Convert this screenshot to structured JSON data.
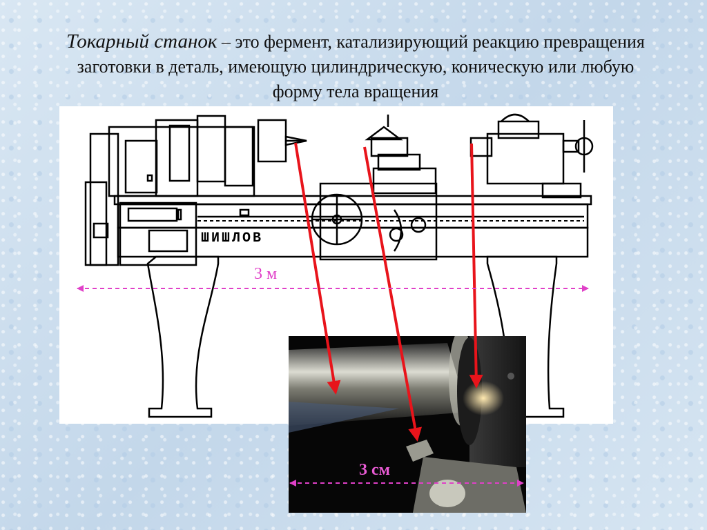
{
  "title": {
    "emphasis": "Токарный станок",
    "rest": " – это фермент, катализирующий реакцию превращения заготовки в деталь, имеющую цилиндрическую, коническую или любую форму тела вращения"
  },
  "drawing": {
    "brand_text": "ШИШЛОВ"
  },
  "dimensions": {
    "machine_length": "3 м",
    "part_length": "3 см"
  },
  "colors": {
    "arrow": "#e8141b",
    "dimension_line": "#e040c8",
    "line_art": "#000000"
  }
}
